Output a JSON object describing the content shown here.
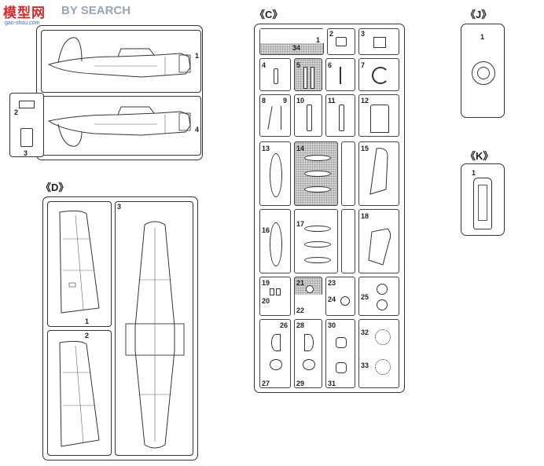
{
  "watermark": {
    "cn": "模型网",
    "en": "BY SEARCH",
    "url": "gao-shou.com"
  },
  "sections": {
    "c": "《C》",
    "d": "《D》",
    "j": "《J》",
    "k": "《K》"
  },
  "fuselage": {
    "p1": "1",
    "p2": "2",
    "p3": "3",
    "p4": "4"
  },
  "d_parts": {
    "p1": "1",
    "p2": "2",
    "p3": "3"
  },
  "c_parts": {
    "p1": "1",
    "p34": "34",
    "p2": "2",
    "p3": "3",
    "p4": "4",
    "p5": "5",
    "p6": "6",
    "p7": "7",
    "p8": "8",
    "p9": "9",
    "p10": "10",
    "p11": "11",
    "p12": "12",
    "p13": "13",
    "p14": "14",
    "p15": "15",
    "p16": "16",
    "p17": "17",
    "p18": "18",
    "p19": "19",
    "p20": "20",
    "p21": "21",
    "p22": "22",
    "p23": "23",
    "p24": "24",
    "p25": "25",
    "p26": "26",
    "p27": "27",
    "p28": "28",
    "p29": "29",
    "p30": "30",
    "p31": "31",
    "p32": "32",
    "p33": "33"
  },
  "j_parts": {
    "p1": "1"
  },
  "k_parts": {
    "p1": "1"
  },
  "colors": {
    "outline": "#333333",
    "shade": "#d6d6d6"
  }
}
